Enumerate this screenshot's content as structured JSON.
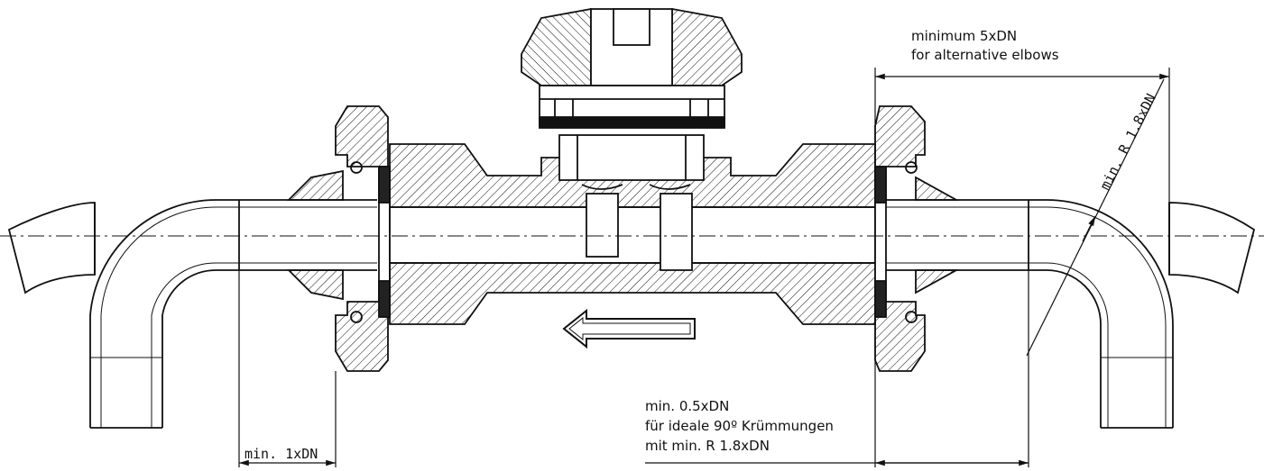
{
  "labels": {
    "top_line1": "minimum 5xDN",
    "top_line2": "for alternative elbows",
    "radius": "min. R 1.8xDN",
    "bottom_line1": "min. 0.5xDN",
    "bottom_line2": "für ideale 90º Krümmungen",
    "bottom_line3": "mit min. R 1.8xDN",
    "left_dim": "min. 1xDN"
  },
  "colors": {
    "line": "#111111",
    "background": "#ffffff"
  }
}
